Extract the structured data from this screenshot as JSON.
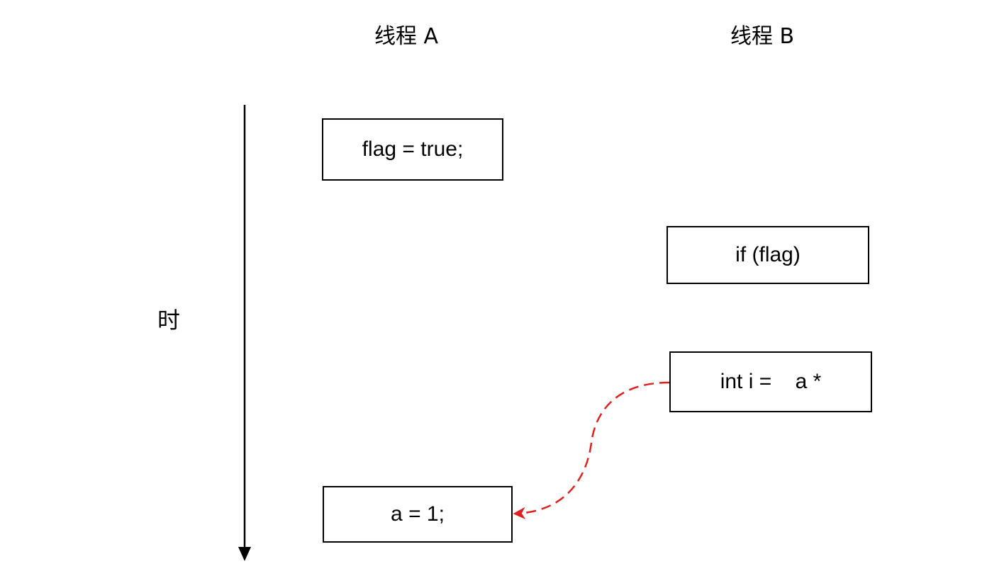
{
  "threads": {
    "a_label": "线程 A",
    "b_label": "线程 B"
  },
  "time_axis": {
    "label": "时"
  },
  "thread_a_steps": [
    "flag = true;",
    "a = 1;"
  ],
  "thread_b_steps": [
    "if (flag)",
    "int i =    a *"
  ],
  "colors": {
    "dependency_arrow": "#e02020",
    "lines": "#000000"
  }
}
